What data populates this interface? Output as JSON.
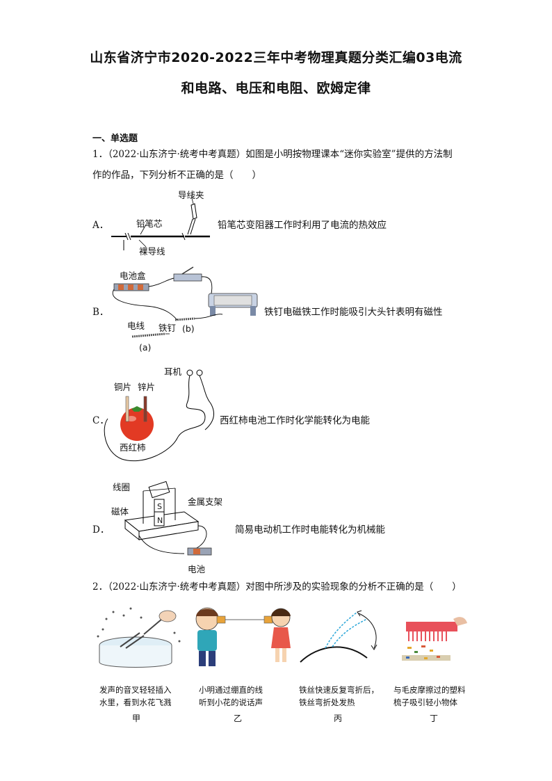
{
  "title": {
    "line1": "山东省济宁市2020-2022三年中考物理真题分类汇编03电流",
    "line2": "和电路、电压和电阻、欧姆定律"
  },
  "section": {
    "heading": "一、单选题"
  },
  "q1": {
    "stem_line1": "1．（2022·山东济宁·统考中考真题）如图是小明按物理课本“迷你实验室”提供的方法制",
    "stem_line2": "作的作品，下列分析不正确的是（　　）",
    "options": [
      {
        "label": "A．",
        "text": "铅笔芯变阻器工作时利用了电流的热效应",
        "fig": {
          "clip": "导线夹",
          "pencil": "铅笔芯",
          "wire": "裸导线"
        }
      },
      {
        "label": "B．",
        "text": "铁钉电磁铁工作时能吸引大头针表明有磁性",
        "fig": {
          "box": "电池盒",
          "wire": "电线",
          "nail": "铁钉",
          "a": "(a)",
          "b": "(b)"
        }
      },
      {
        "label": "C．",
        "text": "西红柿电池工作时化学能转化为电能",
        "fig": {
          "earphone": "耳机",
          "copper": "铜片",
          "zinc": "锌片",
          "tomato": "西红柿"
        }
      },
      {
        "label": "D．",
        "text": "简易电动机工作时电能转化为机械能",
        "fig": {
          "coil": "线圈",
          "magnet": "磁体",
          "frame": "金属支架",
          "battery": "电池",
          "s": "S",
          "n": "N"
        }
      }
    ]
  },
  "q2": {
    "stem": "2．（2022·山东济宁·统考中考真题）对图中所涉及的实验现象的分析不正确的是（　　）",
    "panels": [
      {
        "caption1": "发声的音叉轻轻插入",
        "caption2": "水里，看到水花飞溅",
        "name": "甲"
      },
      {
        "caption1": "小明通过绷直的线",
        "caption2": "听到小花的说话声",
        "name": "乙"
      },
      {
        "caption1": "铁丝快速反复弯折后，",
        "caption2": "铁丝弯折处发热",
        "name": "丙"
      },
      {
        "caption1": "与毛皮摩擦过的塑料",
        "caption2": "梳子吸引轻小物体",
        "name": "丁"
      }
    ]
  }
}
